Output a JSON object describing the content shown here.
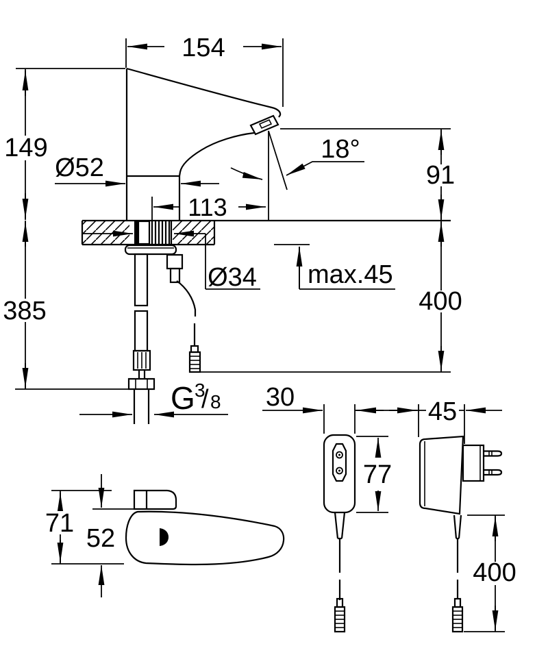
{
  "drawing": {
    "colors": {
      "line": "#000000",
      "background": "#ffffff"
    },
    "labels": {
      "dim_154": "154",
      "dim_149": "149",
      "dia_52": "Ø52",
      "dim_113": "113",
      "angle_18": "18°",
      "dim_91": "91",
      "dia_34": "Ø34",
      "max_45": "max.45",
      "dim_385": "385",
      "dim_400_cable_main": "400",
      "thread": {
        "g": "G",
        "sup": "3",
        "slash": "/",
        "sub": "8"
      },
      "dim_30": "30",
      "dim_45": "45",
      "dim_77": "77",
      "dim_71": "71",
      "dim_52": "52",
      "dim_400_cable_psu": "400"
    }
  }
}
